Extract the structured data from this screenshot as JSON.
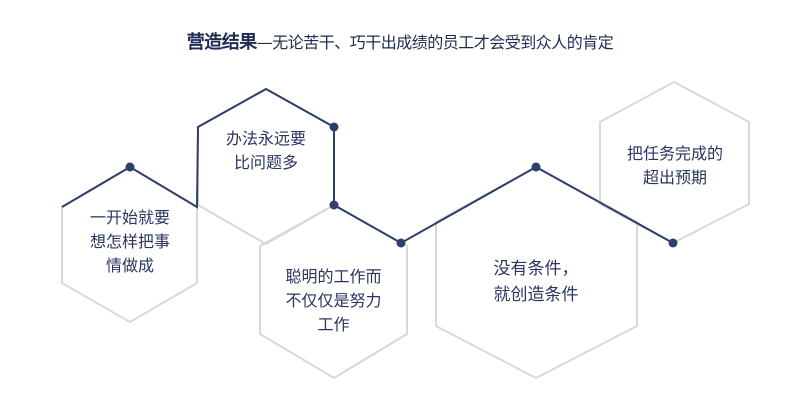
{
  "title": {
    "bold": "营造结果",
    "rest": "—无论苦干、巧干出成绩的员工才会受到众人的肯定"
  },
  "colors": {
    "accent_line": "#2f3f6b",
    "hex_stroke": "#d9d9d9",
    "text": "#2a3560"
  },
  "hexagons": [
    {
      "label": "一开始就要\n想怎样把事\n情做成"
    },
    {
      "label": "办法永远要\n比问题多"
    },
    {
      "label": "聪明的工作而\n不仅仅是努力\n工作"
    },
    {
      "label": "没有条件，\n就创造条件"
    },
    {
      "label": "把任务完成的\n超出预期"
    }
  ]
}
